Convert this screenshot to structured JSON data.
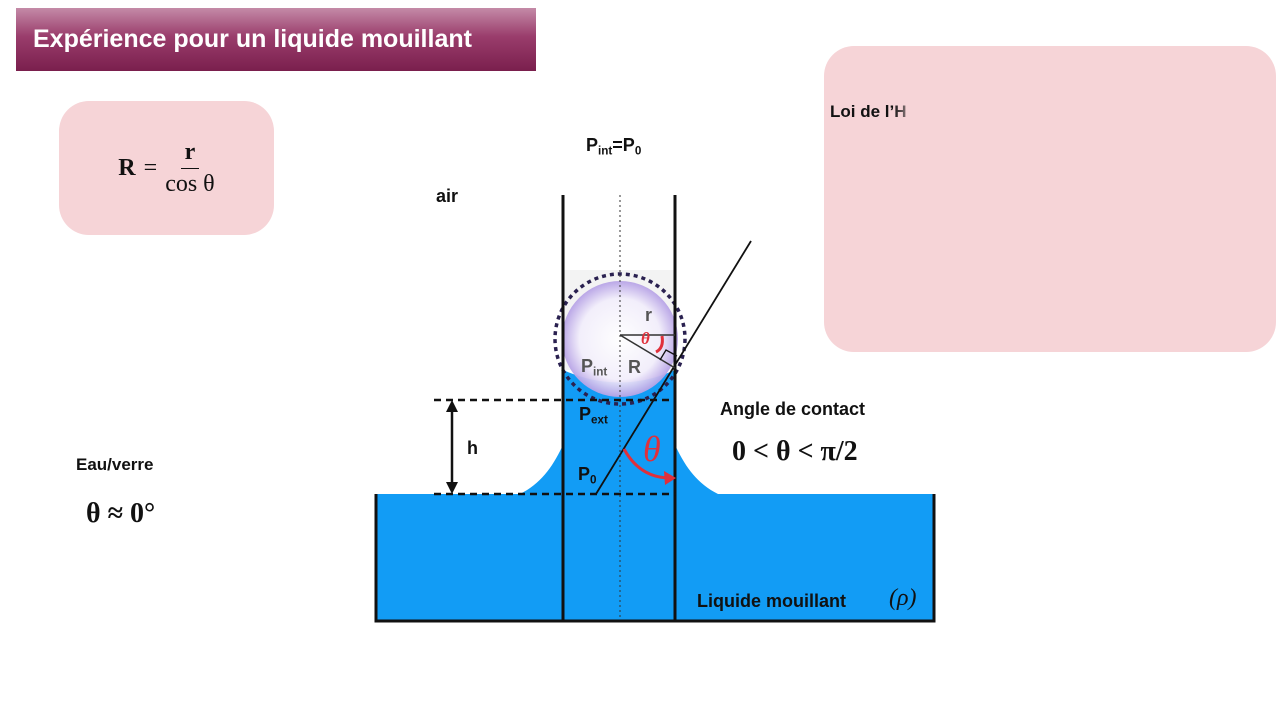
{
  "title": "Expérience pour un liquide mouillant",
  "formula": {
    "lhs": "R",
    "eq": "=",
    "numerator": "r",
    "denominator": "cos θ"
  },
  "law_card": {
    "title": "Loi de l’H"
  },
  "labels": {
    "pint_eq_p0": {
      "main": "P",
      "sub": "int",
      "rest": "=P",
      "sub2": "0"
    },
    "air": "air",
    "eau_verre": "Eau/verre",
    "eau_verre_angle": "θ ≈ 0°",
    "h": "h",
    "angle_title": "Angle de contact",
    "angle_range": "0 < θ < π/2",
    "liquide": "Liquide mouillant",
    "rho": "(ρ)",
    "r": "r",
    "R": "R",
    "theta_small": "θ",
    "theta_big": "θ",
    "pint": {
      "main": "P",
      "sub": "int"
    },
    "pext": {
      "main": "P",
      "sub": "ext"
    },
    "p0": {
      "main": "P",
      "sub": "0"
    }
  },
  "colors": {
    "liquid": "#129cf5",
    "accent_red": "#e0303b",
    "card": "#f6d4d7",
    "title_bar": "#8c2f5e"
  }
}
